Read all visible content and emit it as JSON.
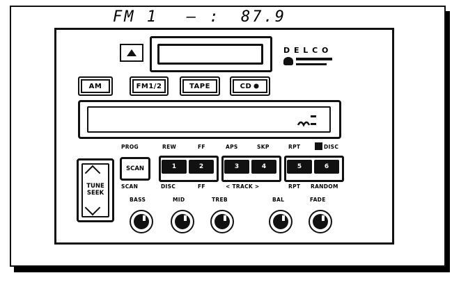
{
  "source_buttons": [
    {
      "label": "AM"
    },
    {
      "label": "FM1/2"
    },
    {
      "label": "TAPE"
    },
    {
      "label": "CD"
    }
  ],
  "display": {
    "band": "FM 1",
    "indicator": "– :",
    "frequency": "87.9"
  },
  "upper_labels": [
    "PROG",
    "REW",
    "FF",
    "APS",
    "SKP",
    "RPT",
    "DISC"
  ],
  "lower_labels": [
    "SCAN",
    "DISC",
    "FF",
    "< TRACK >",
    "RPT",
    "RANDOM"
  ],
  "tune_seek": {
    "line1": "TUNE",
    "line2": "SEEK"
  },
  "scan_button": {
    "label": "SCAN"
  },
  "presets": [
    "1",
    "2",
    "3",
    "4",
    "5",
    "6"
  ],
  "knob_labels": [
    "BASS",
    "MID",
    "TREB",
    "BAL",
    "FADE"
  ],
  "colors": {
    "ink": "#111111",
    "paper": "#ffffff"
  },
  "icons": [
    "eject-icon",
    "cd-icon",
    "disc-icon",
    "stereo-icon",
    "brand-logo"
  ]
}
